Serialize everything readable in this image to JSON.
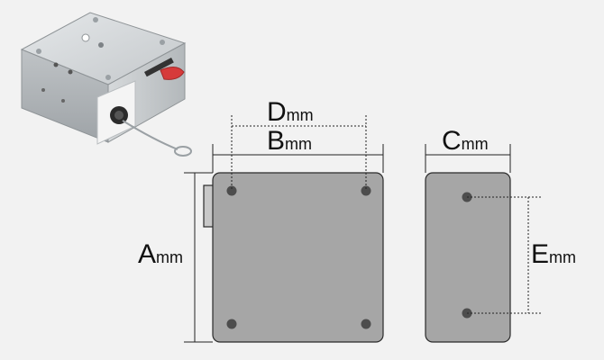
{
  "labels": {
    "a": {
      "letter": "A",
      "unit": "mm"
    },
    "b": {
      "letter": "B",
      "unit": "mm"
    },
    "c": {
      "letter": "C",
      "unit": "mm"
    },
    "d": {
      "letter": "D",
      "unit": "mm"
    },
    "e": {
      "letter": "E",
      "unit": "mm"
    }
  },
  "colors": {
    "background": "#f2f2f2",
    "panel_fill": "#a6a6a6",
    "outline": "#2a2a2a",
    "hole": "#4d4d4d",
    "cable_cap": "#d63a3a",
    "metal": "#cfd3d6"
  }
}
